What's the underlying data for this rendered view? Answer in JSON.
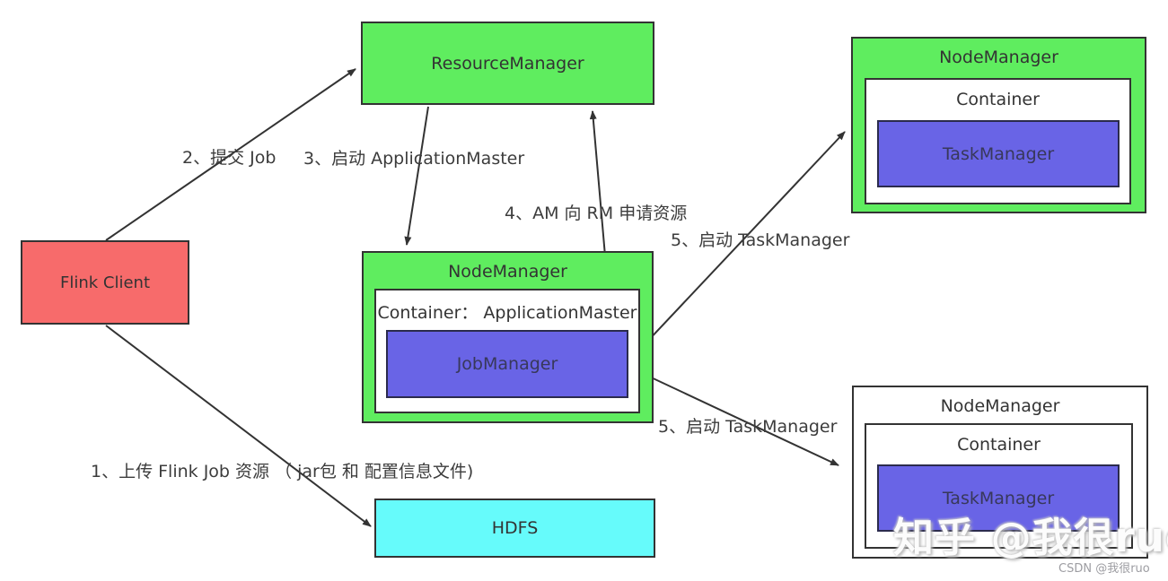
{
  "diagram": {
    "type": "flow-diagram",
    "topic": "Flink on YARN job submission flow",
    "colors": {
      "node_green": "#5fed5f",
      "node_red": "#f76b6b",
      "node_cyan": "#66fbfb",
      "node_purple": "#6964e6",
      "border": "#333333",
      "arrow": "#333333",
      "label_text": "#3c3c3c"
    },
    "nodes": {
      "flink_client": {
        "label": "Flink Client"
      },
      "resource_manager": {
        "label": "ResourceManager"
      },
      "hdfs": {
        "label": "HDFS"
      },
      "nm_center": {
        "label": "NodeManager",
        "container_label": "Container： ApplicationMaster",
        "process_label": "JobManager"
      },
      "nm_top_right": {
        "label": "NodeManager",
        "container_label": "Container",
        "process_label": "TaskManager"
      },
      "nm_bottom_right": {
        "label": "NodeManager",
        "container_label": "Container",
        "process_label": "TaskManager"
      }
    },
    "edge_labels": {
      "step1": "1、上传 Flink Job 资源 （ jar包 和 配置信息文件)",
      "step2": "2、提交 Job",
      "step3": "3、启动 ApplicationMaster",
      "step4": "4、AM 向 RM 申请资源",
      "step5a": "5、启动 TaskManager",
      "step5b": "5、启动 TaskManager"
    },
    "edges": [
      {
        "from": "flink_client",
        "to": "resource_manager",
        "label_key": "step2"
      },
      {
        "from": "resource_manager",
        "to": "nm_center",
        "label_key": "step3"
      },
      {
        "from": "nm_center",
        "to": "resource_manager",
        "label_key": "step4"
      },
      {
        "from": "nm_center.process",
        "to": "nm_top_right",
        "label_key": "step5a"
      },
      {
        "from": "nm_center.process",
        "to": "nm_bottom_right",
        "label_key": "step5b"
      },
      {
        "from": "flink_client",
        "to": "hdfs",
        "label_key": "step1"
      }
    ],
    "watermarks": {
      "zhihu": "知乎 @我很ruo",
      "csdn": "CSDN @我很ruo"
    }
  }
}
